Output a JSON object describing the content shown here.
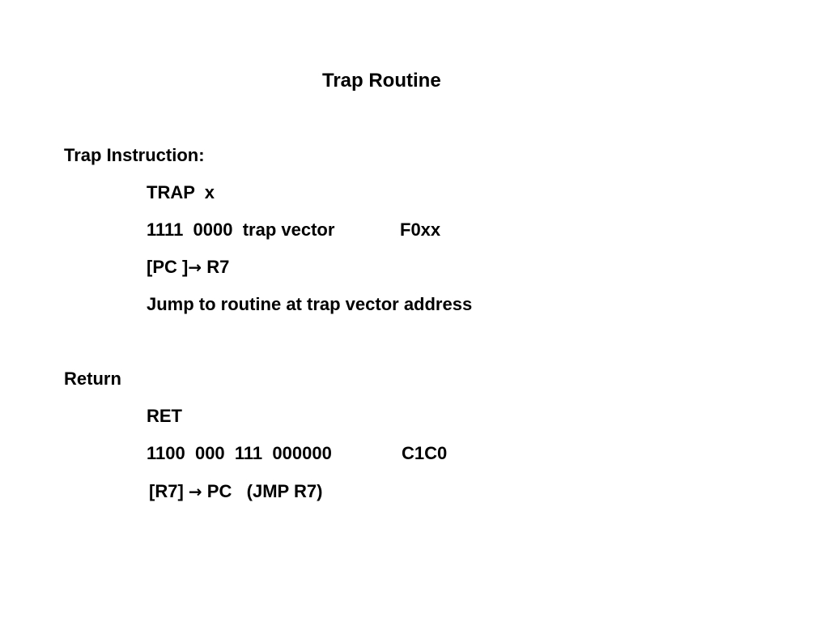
{
  "title": "Trap Routine",
  "trap": {
    "heading": "Trap Instruction:",
    "syntax": "TRAP  x",
    "encoding": "1111  0000  trap vector",
    "hex": "F0xx",
    "save_pc_before": "[PC ]",
    "save_pc_arrow": "→",
    "save_pc_after": " R7",
    "jump": "Jump to routine at trap vector address"
  },
  "return": {
    "heading": "Return",
    "syntax": "RET",
    "encoding": "1100  000  111  000000",
    "hex": "C1C0",
    "restore_before": "[R7] ",
    "restore_arrow": "→",
    "restore_after": " PC   (JMP R7)"
  }
}
